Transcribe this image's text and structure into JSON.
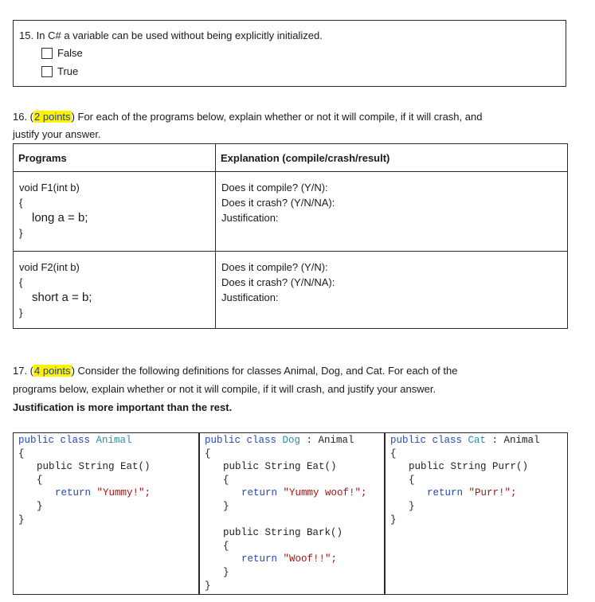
{
  "q15": {
    "question": "15. In C# a variable can be used without being explicitly initialized.",
    "options": [
      "False",
      "True"
    ]
  },
  "q16": {
    "prefix": "16. (",
    "points": "2 points",
    "text_line1": ") For each of the programs below, explain whether or not it will compile, if it will crash, and",
    "text_line2": "justify your answer.",
    "headers": [
      "Programs",
      "Explanation (compile/crash/result)"
    ],
    "rows": [
      {
        "program": [
          "void F1(int b)",
          "{",
          "long a = b;",
          "}"
        ],
        "explanation": [
          "Does it compile? (Y/N):",
          "Does it crash? (Y/N/NA):",
          "Justification:"
        ]
      },
      {
        "program": [
          "void F2(int b)",
          "{",
          "short a = b;",
          "}"
        ],
        "explanation": [
          "Does it compile? (Y/N):",
          "Does it crash? (Y/N/NA):",
          "Justification:"
        ]
      }
    ]
  },
  "q17": {
    "prefix": "17. (",
    "points": "4 points",
    "text_line1": ") Consider the following definitions for classes Animal, Dog, and Cat. For each of the",
    "text_line2": "programs below, explain whether or not it will compile, if it will crash, and justify your answer.",
    "bold_line": "Justification is more important than the rest.",
    "code": {
      "animal": {
        "kw": "public class ",
        "name": "Animal",
        "extends": "",
        "method_sig": "public String Eat()",
        "ret_kw": "return ",
        "ret_str": "\"Yummy!\";"
      },
      "dog": {
        "kw": "public class ",
        "name": "Dog",
        "extends": " : Animal",
        "method_sig": "public String Eat()",
        "ret_kw": "return ",
        "ret_str": "\"Yummy woof!\";",
        "method2_sig": "public String Bark()",
        "ret2_str": "\"Woof!!\";"
      },
      "cat": {
        "kw": "public class ",
        "name": "Cat",
        "extends": " : Animal",
        "method_sig": "public String Purr()",
        "ret_kw": "return ",
        "ret_str": "\"Purr!\";"
      },
      "open_brace": "{",
      "close_brace": "}"
    }
  }
}
